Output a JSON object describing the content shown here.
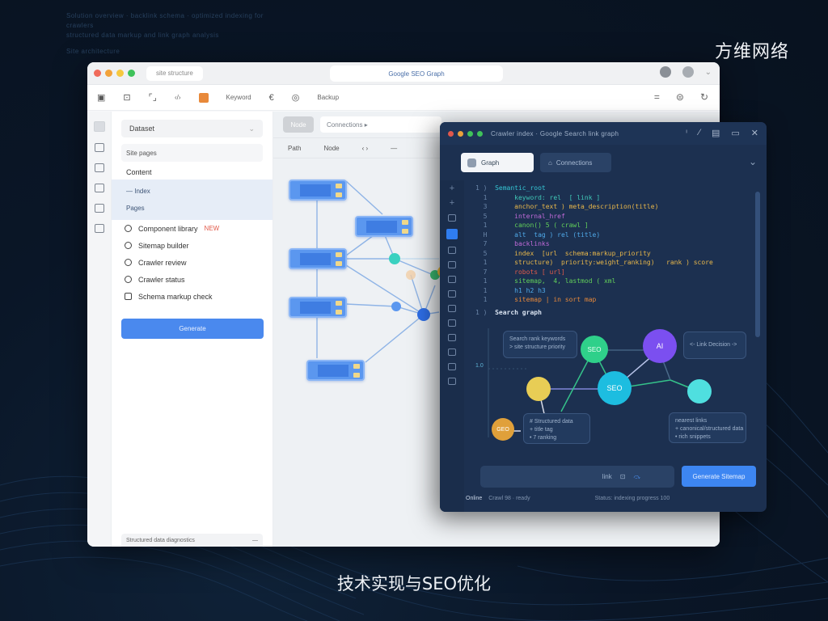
{
  "page": {
    "brand": "方维网络",
    "caption": "技术实现与SEO优化",
    "background_text": [
      "Solution overview · backlink schema · optimized indexing for crawlers",
      "structured data markup and link graph analysis",
      "Site architecture"
    ]
  },
  "colors": {
    "background": "#0a1627",
    "accent_blue": "#4a89ee",
    "dark_panel": "#1c3050",
    "traffic_red": "#f06a5a",
    "traffic_orange": "#f2a23a",
    "traffic_yellow": "#f6c83f",
    "traffic_green": "#3fc25a"
  },
  "light_window": {
    "tab_label": "site structure",
    "url": "Google SEO Graph",
    "toolbar": {
      "items": [
        "layout",
        "preview",
        "frame",
        "code",
        "export",
        "Keyword",
        "history",
        "timer",
        "Backup"
      ],
      "dropdown_label": "Keyword",
      "backup_label": "Backup"
    },
    "sidebar": {
      "select_value": "Dataset",
      "search_placeholder": "Site pages",
      "group_head": "Content",
      "sub_items": [
        "— Index",
        "Pages"
      ],
      "nav_items": [
        {
          "icon": "bulb-icon",
          "label": "Component library",
          "badge": "NEW"
        },
        {
          "icon": "clock-icon",
          "label": "Sitemap builder"
        },
        {
          "icon": "chat-icon",
          "label": "Crawler review"
        },
        {
          "icon": "timer-icon",
          "label": "Crawler status"
        },
        {
          "icon": "doc-icon",
          "label": "Schema markup check"
        }
      ],
      "primary_button": "Generate",
      "footer_text": "Structured data diagnostics",
      "footer_icon": "—"
    },
    "canvas": {
      "button": "Node",
      "search_placeholder": "Connections ▸",
      "sub_labels": [
        "Path",
        "Node",
        "‹ ›",
        "—"
      ]
    }
  },
  "dark_panel": {
    "title": "Crawler index · Google Search link graph",
    "tabs": [
      {
        "label": "Graph",
        "active": true
      },
      {
        "label": "Connections",
        "active": false
      }
    ],
    "code_lines": [
      {
        "n": "1 )",
        "text": "Semantic_root",
        "color": "#35c6d4"
      },
      {
        "n": "1",
        "text": "keyword: rel  [ link ]",
        "color": "#41c9b8"
      },
      {
        "n": "3",
        "text": "anchor_text ) meta_description(title)",
        "color": "#e8b74a"
      },
      {
        "n": "5",
        "text": "internal_href",
        "color": "#c06ad8"
      },
      {
        "n": "1",
        "text": "canon() 5 ( crawl ]",
        "color": "#63d15a"
      },
      {
        "n": "H",
        "text": "alt  tag ) rel (title)",
        "color": "#4fa9e8"
      },
      {
        "n": "7",
        "text": "backlinks",
        "color": "#c06ad8"
      },
      {
        "n": "5",
        "text": "index  [url  schema:markup_priority",
        "color": "#e8b74a"
      },
      {
        "n": "1",
        "text": "structure)  priority:weight_ranking)   rank ) score",
        "color": "#e8b74a"
      },
      {
        "n": "7",
        "text": "robots [ url]",
        "color": "#e05a4a"
      },
      {
        "n": "1",
        "text": "sitemap,  4, lastmod ( xml",
        "color": "#63d15a"
      },
      {
        "n": "1",
        "text": "h1 h2 h3",
        "color": "#4fa9e8"
      },
      {
        "n": "1",
        "text": "sitemap | in sort map",
        "color": "#e8893a"
      }
    ],
    "section2": "Search graph",
    "graph_nodes": [
      {
        "label": "SEO",
        "color": "#2fd08a"
      },
      {
        "label": "AI",
        "color": "#7b4ff0"
      },
      {
        "label": "SEO",
        "color": "#1dbde0"
      },
      {
        "label": "",
        "color": "#e8cd55"
      },
      {
        "label": "",
        "color": "#4fdfdf"
      },
      {
        "label": "GEO",
        "color": "#e0a03a"
      }
    ],
    "boxes": [
      "Search rank keywords\n> site structure priority",
      "<- Link Decision ->",
      "# Structured data \n+ title tag\n• 7 ranking",
      "nearest links\n+ canonical/structured data\n• rich snippets"
    ],
    "y_label": "1.0",
    "input_icons": [
      "link",
      "image",
      "send"
    ],
    "input_label": "link",
    "run_button": "Generate Sitemap",
    "status": {
      "left": "Online",
      "left2": "Crawl 98 · ready",
      "center": "Status: indexing progress 100"
    }
  }
}
